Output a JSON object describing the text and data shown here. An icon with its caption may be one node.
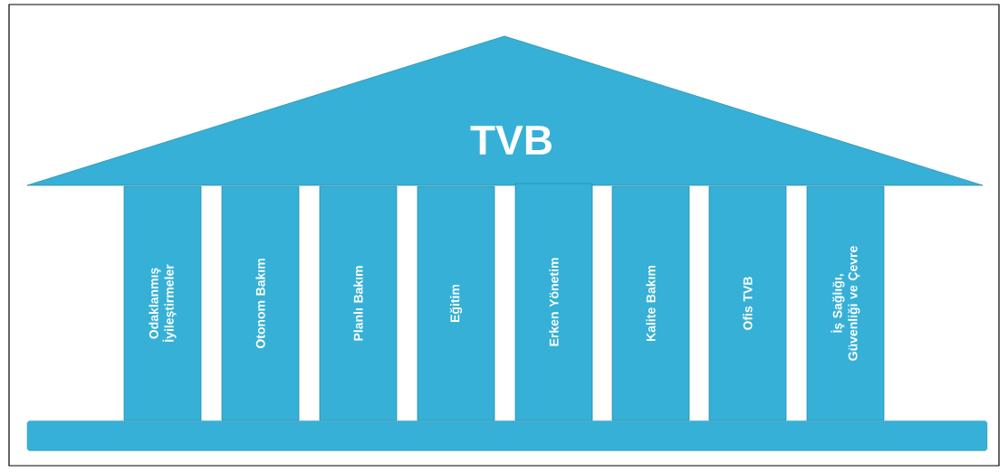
{
  "diagram": {
    "nodes": [
      {
        "text": [
          "TVB"
        ]
      },
      {
        "text": [
          "Odaklanmış İyileştirmeler"
        ]
      },
      {
        "text": [
          "Otonom Bakım"
        ]
      },
      {
        "text": [
          "Planlı Bakım"
        ]
      },
      {
        "text": [
          "Eğitim"
        ]
      },
      {
        "text": [
          "Erken Yönetim"
        ]
      },
      {
        "text": [
          "Kalite Bakım"
        ]
      },
      {
        "text": [
          "Ofis TVB"
        ]
      },
      {
        "text": [
          "İş Sağlığı, Güvenliği ve Çevre"
        ]
      },
      {
        "text": [],
        "shape": "bar"
      }
    ]
  }
}
